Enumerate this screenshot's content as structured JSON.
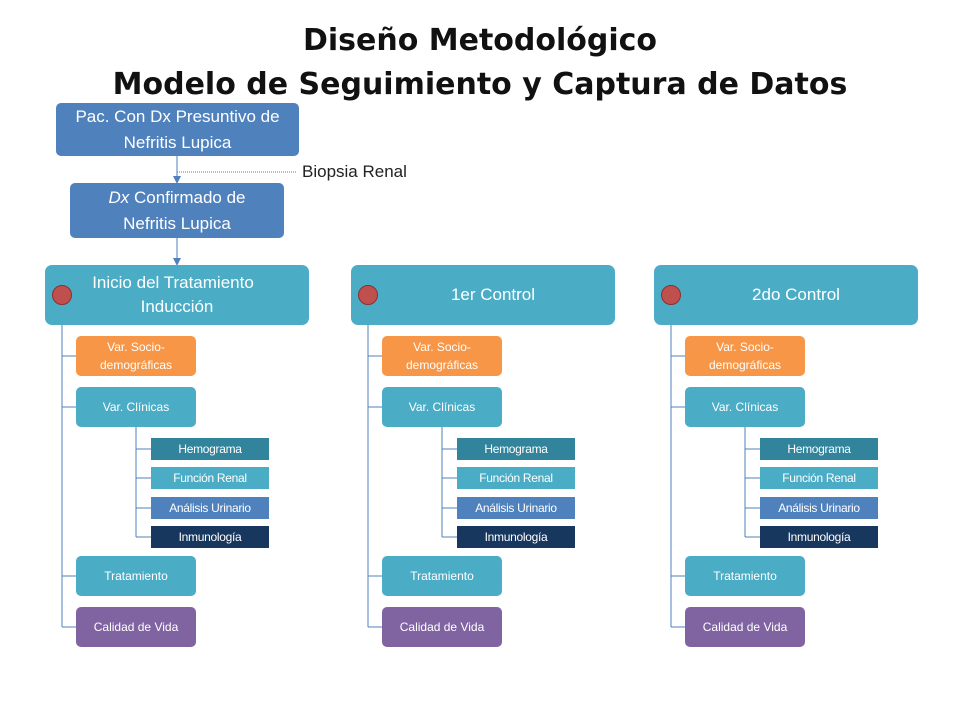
{
  "title": {
    "line1": "Diseño Metodológico",
    "line2": "Modelo de Seguimiento y Captura de Datos"
  },
  "flow": {
    "presumptive": "Pac. Con Dx Presuntivo de Nefritis Lupica",
    "biopsy": "Biopsia Renal",
    "confirmed_italic": "Dx",
    "confirmed_rest": " Confirmado de Nefritis Lupica"
  },
  "stages": [
    {
      "header_line1": "Inicio del Tratamiento",
      "header_line2": "Inducción",
      "socio": "Var. Socio-demográficas",
      "clinicas": "Var. Clínicas",
      "sub": [
        "Hemograma",
        "Función Renal",
        "Análisis Urinario",
        "Inmunología"
      ],
      "tratamiento": "Tratamiento",
      "calidad": "Calidad de Vida"
    },
    {
      "header_line1": "1er Control",
      "header_line2": "",
      "socio": "Var. Socio-demográficas",
      "clinicas": "Var. Clínicas",
      "sub": [
        "Hemograma",
        "Función Renal",
        "Análisis Urinario",
        "Inmunología"
      ],
      "tratamiento": "Tratamiento",
      "calidad": "Calidad de Vida"
    },
    {
      "header_line1": "2do Control",
      "header_line2": "",
      "socio": "Var. Socio-demográficas",
      "clinicas": "Var. Clínicas",
      "sub": [
        "Hemograma",
        "Función Renal",
        "Análisis Urinario",
        "Inmunología"
      ],
      "tratamiento": "Tratamiento",
      "calidad": "Calidad de Vida"
    }
  ],
  "colors": {
    "flow_blue": "#4f81bd",
    "stage_teal": "#4bacc6",
    "socio_orange": "#f79646",
    "calidad_purple": "#8064a2",
    "marker_red": "#c0504d",
    "hemograma": "#31849b",
    "funcion_renal": "#4bacc6",
    "analisis_urinario": "#4f81bd",
    "inmunologia": "#17375e"
  }
}
